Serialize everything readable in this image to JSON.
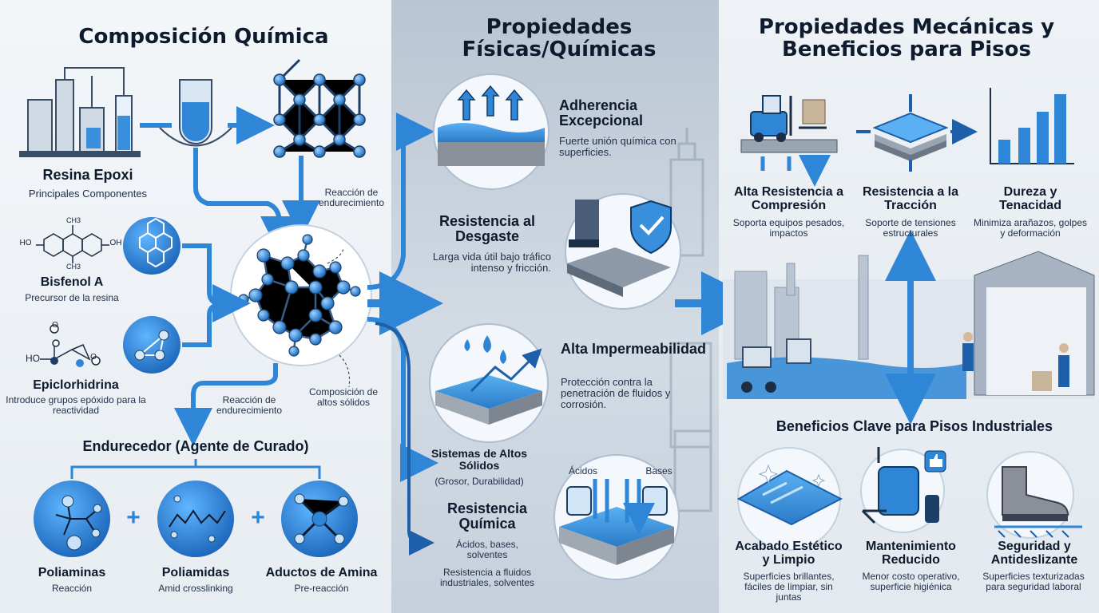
{
  "composition": {
    "title": "Composición Química",
    "resin": {
      "title": "Resina Epoxi",
      "subtitle": "Principales Componentes"
    },
    "bisphenol": {
      "title": "Bisfenol A",
      "subtitle": "Precursor de la resina",
      "formula_labels": [
        "CH3",
        "HO",
        "OH",
        "CH3"
      ]
    },
    "epichlorohydrin": {
      "title": "Epiclorhidrina",
      "subtitle": "Introduce grupos epóxido para la reactividad",
      "formula_labels": [
        "O",
        "HO",
        "O"
      ]
    },
    "reaction_top": "Reacción de endurecimiento",
    "reaction_left": "Reacción de endurecimiento",
    "high_solids": "Composición de altos sólidos",
    "hardener": {
      "title": "Endurecedor (Agente de Curado)"
    },
    "agents": [
      {
        "name": "Poliaminas",
        "desc": "Reacción"
      },
      {
        "name": "Poliamidas",
        "desc": "Amid crosslinking"
      },
      {
        "name": "Aductos de Amina",
        "desc": "Pre-reacción"
      }
    ],
    "plus": "+"
  },
  "properties": {
    "title": "Propiedades Físicas/Químicas",
    "adhesion": {
      "title": "Adherencia Excepcional",
      "desc": "Fuerte unión química con superficies."
    },
    "wear": {
      "title": "Resistencia al Desgaste",
      "desc": "Larga vida útil bajo tráfico intenso y fricción."
    },
    "waterproof": {
      "title": "Alta Impermeabilidad",
      "desc": "Protección contra la penetración de fluidos y corrosión."
    },
    "high_solids": {
      "title": "Sistemas de Altos Sólidos",
      "desc": "(Grosor, Durabilidad)"
    },
    "chemical": {
      "title": "Resistencia Química",
      "desc": "Ácidos, bases, solventes",
      "desc2": "Resistencia a fluidos industriales, solventes",
      "label_acids": "Ácidos",
      "label_bases": "Bases"
    }
  },
  "mechanical": {
    "title": "Propiedades Mecánicas y Beneficios para Pisos",
    "compression": {
      "title": "Alta Resistencia a Compresión",
      "desc": "Soporta equipos pesados, impactos"
    },
    "traction": {
      "title": "Resistencia a la Tracción",
      "desc": "Soporte de tensiones estructurales"
    },
    "hardness": {
      "title": "Dureza y Tenacidad",
      "desc": "Minimiza arañazos, golpes y deformación"
    }
  },
  "benefits": {
    "title": "Beneficios Clave para Pisos Industriales",
    "items": [
      {
        "title": "Acabado Estético y Limpio",
        "desc": "Superficies brillantes, fáciles de limpiar, sin juntas"
      },
      {
        "title": "Mantenimiento Reducido",
        "desc": "Menor costo operativo, superficie higiénica"
      },
      {
        "title": "Seguridad y Antideslizante",
        "desc": "Superficies texturizadas para seguridad laboral"
      }
    ]
  },
  "colors": {
    "accent": "#2f86d6",
    "dark_blue": "#1d5fa8",
    "navy": "#0e1a2e",
    "panel_mid": "#c6d0dc"
  }
}
